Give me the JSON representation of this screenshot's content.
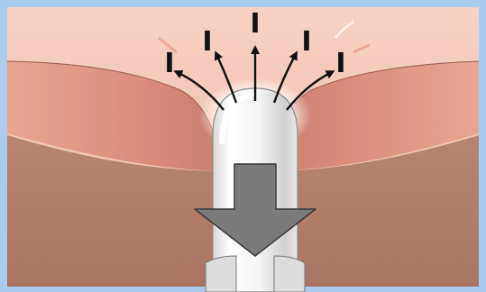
{
  "figure": {
    "description_free": true,
    "colors": {
      "frame_border": "#a9cdea",
      "skin_surface": "#f1b8a5",
      "skin_fold": "#d9907f",
      "deep_tissue": "#b07a68",
      "tube_body": "#f2f2f2",
      "tube_shadow": "#bdbdbd",
      "push_arrow": "#7b7b7b",
      "push_arrow_edge": "#3a3a3a",
      "ion_arrows": "#111111",
      "glow": "#ffffff"
    },
    "labels": {
      "ion_1": "I",
      "ion_2": "I",
      "ion_3": "I",
      "ion_4": "I",
      "ion_5": "I"
    }
  }
}
